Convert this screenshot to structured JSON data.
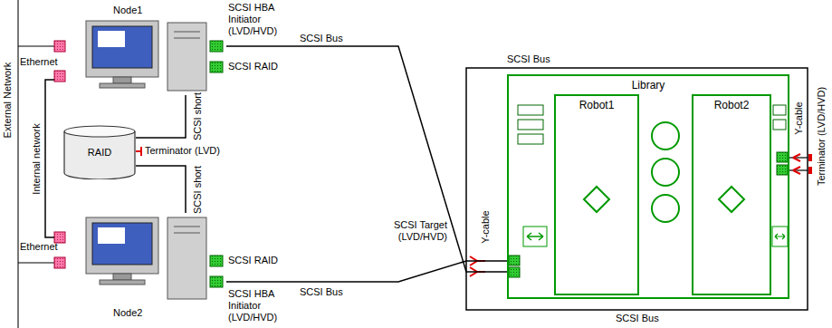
{
  "diagram": {
    "nodes": [
      {
        "text": [
          "Node1"
        ]
      },
      {
        "text": [
          "RAID"
        ]
      },
      {
        "text": [
          "Node2"
        ]
      },
      {
        "text": [
          "Library"
        ]
      },
      {
        "text": [
          "Robot1"
        ],
        "in": 3
      },
      {
        "text": [
          "Robot2"
        ],
        "in": 3
      }
    ],
    "edges": [
      {
        "from": 0,
        "to": 1,
        "label": "SCSI short",
        "arrow": "none"
      },
      {
        "from": 2,
        "to": 1,
        "label": "SCSI short",
        "arrow": "none"
      },
      {
        "from": 0,
        "to": 2,
        "label": "Internal network",
        "arrow": "none"
      },
      {
        "from": 0,
        "to": 3,
        "label": "SCSI Bus",
        "arrow": "none"
      },
      {
        "from": 2,
        "to": 3,
        "label": "SCSI Bus",
        "arrow": "none"
      }
    ],
    "labels": [
      "External Network",
      "Ethernet",
      "SCSI HBA Initiator (LVD/HVD)",
      "SCSI RAID",
      "Terminator (LVD)",
      "Ethernet",
      "SCSI RAID",
      "SCSI HBA Initiator (LVD/HVD)",
      "SCSI Bus",
      "SCSI Target (LVD/HVD)",
      "Y-cable",
      "Y-cable",
      "Terminator (LVD/HVD)",
      "SCSI Bus"
    ]
  }
}
